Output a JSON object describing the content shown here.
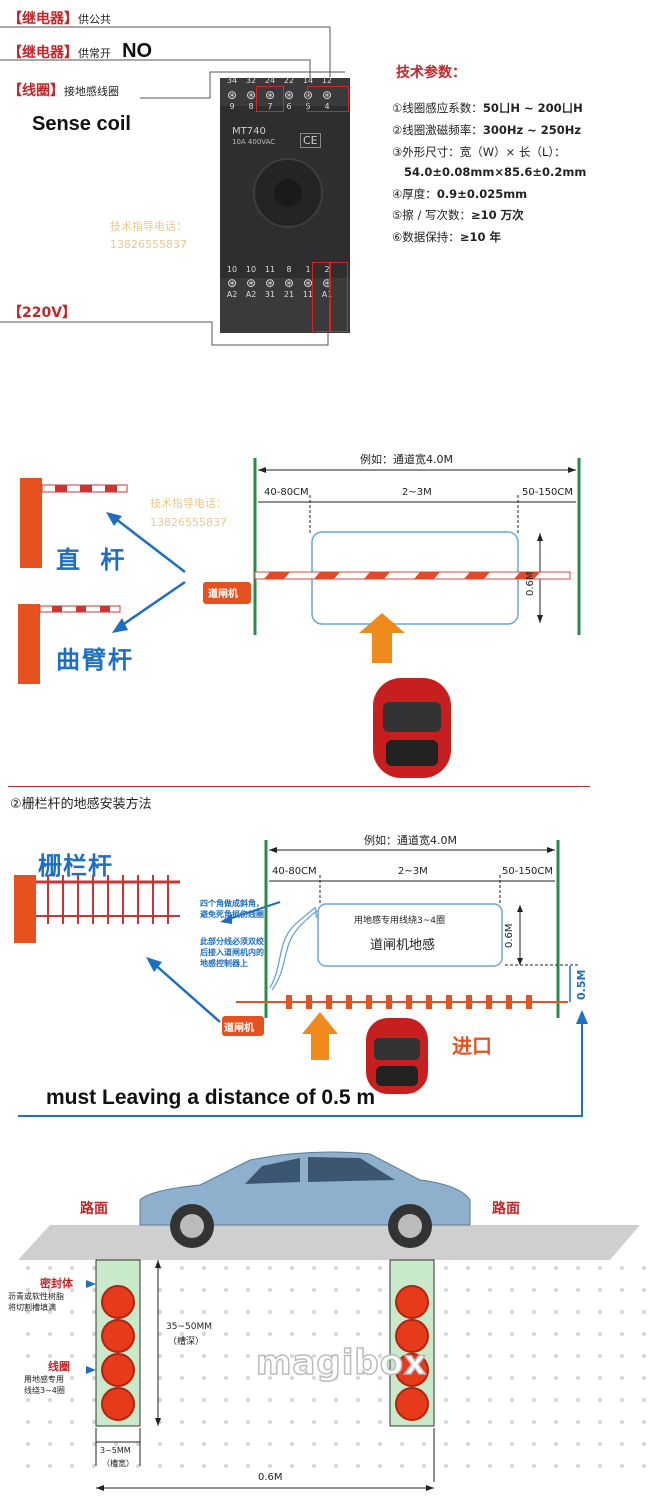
{
  "relay": {
    "label1_tag": "【继电器】",
    "label1_text": "供公共",
    "label2_tag": "【继电器】",
    "label2_text": "供常开",
    "label2_en": "NO",
    "label3_tag": "【线圈】",
    "label3_text": "接地感线圈",
    "sense_coil": "Sense coil",
    "label4_tag": "【220V】",
    "model": "MT740",
    "rating": "10A  400VAC",
    "ce": "CE",
    "top_pins": [
      "34",
      "32",
      "24",
      "22",
      "14",
      "12"
    ],
    "top_nums": [
      "9",
      "8",
      "7",
      "6",
      "5",
      "4"
    ],
    "bottom_nums": [
      "10",
      "10",
      "11",
      "8",
      "1",
      "2"
    ],
    "bottom_pins": [
      "A2",
      "A2",
      "31",
      "21",
      "11",
      "A1"
    ],
    "watermark_line1": "技术指导电话：",
    "watermark_line2": "13826555837"
  },
  "specs": {
    "title": "技术参数：",
    "items": [
      {
        "prefix": "①线圈感应系数：",
        "value": "50ㄩH ~ 200ㄩH"
      },
      {
        "prefix": "②线圈激磁频率：",
        "value": "300Hz ~ 250Hz"
      },
      {
        "prefix": "③外形尺寸：宽（W）× 长（L）：",
        "value": ""
      },
      {
        "prefix": "",
        "value": "54.0±0.08mm×85.6±0.2mm"
      },
      {
        "prefix": "④厚度：",
        "value": "0.9±0.025mm"
      },
      {
        "prefix": "⑤擦 / 写次数：",
        "value": "≥10 万次"
      },
      {
        "prefix": "⑥数据保持：",
        "value": "≥10 年"
      }
    ]
  },
  "diagram1": {
    "example": "例如：通道宽4.0M",
    "dim_left": "40-80CM",
    "dim_mid": "2~3M",
    "dim_right": "50-150CM",
    "dim_vertical": "0.6M",
    "machine": "道闸机",
    "straight": "直 杆",
    "curved": "曲臂杆",
    "watermark_line1": "技术指导电话：",
    "watermark_line2": "13826555837"
  },
  "section2": {
    "title": "②栅栏杆的地感安装方法"
  },
  "diagram2": {
    "fence": "栅栏杆",
    "example": "例如：通道宽4.0M",
    "dim_left": "40-80CM",
    "dim_mid": "2~3M",
    "dim_right": "50-150CM",
    "dim_vertical": "0.6M",
    "dim_half": "0.5M",
    "note1_line1": "四个角做成斜角，",
    "note1_line2": "避免死角损伤线圈",
    "note2_line1": "此部分线必须双绞",
    "note2_line2": "后接入道闸机内的",
    "note2_line3": "地感控制器上",
    "loop_line1": "用地感专用线绕3~4圈",
    "loop_line2": "道闸机地感",
    "machine": "道闸机",
    "entrance": "进口",
    "caption": "must Leaving a distance of 0.5 m"
  },
  "diagram3": {
    "road_left": "路面",
    "road_right": "路面",
    "seal": "密封体",
    "seal_desc1": "沥青或软性树脂",
    "seal_desc2": "将切割槽填满",
    "coil": "线圈",
    "coil_desc1": "用地感专用",
    "coil_desc2": "线绕3~4圈",
    "depth": "35~50MM",
    "depth_sub": "（槽深）",
    "width": "3~5MM",
    "width_sub": "（槽宽）",
    "span": "0.6M",
    "brand": "magibox"
  },
  "colors": {
    "accent_red": "#c0282b",
    "blue": "#1e6fbf",
    "green": "#2b8a4b",
    "orange": "#e5521f",
    "arrow_orange": "#f08a1c"
  }
}
